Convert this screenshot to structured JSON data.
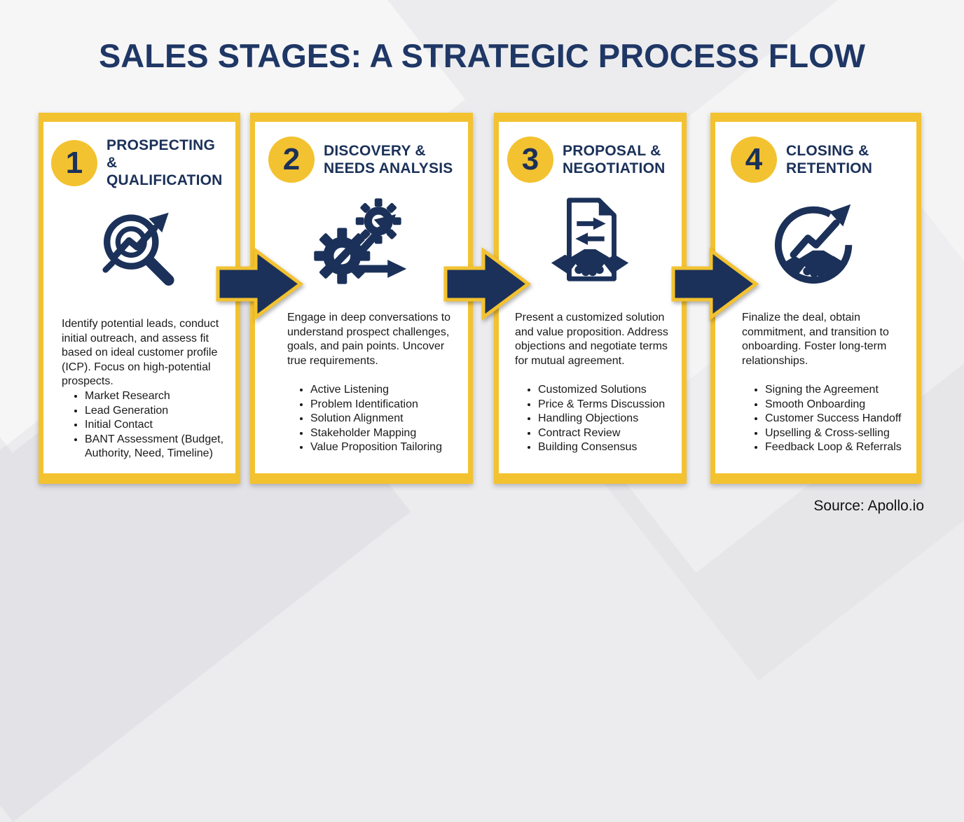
{
  "title": "SALES STAGES: A STRATEGIC PROCESS FLOW",
  "source": "Source: Apollo.io",
  "colors": {
    "yellow": "#F3C230",
    "navy": "#1B3159",
    "title_navy": "#1F3765",
    "body_text": "#1A1A1A",
    "background": "#ECECEE",
    "card_background": "#FFFFFF"
  },
  "stages": [
    {
      "number": "1",
      "title": "PROSPECTING &\nQUALIFICATION",
      "icon": "target-magnifier-growth-icon",
      "description": "Identify potential leads, conduct initial outreach, and assess fit based on ideal customer profile (ICP). Focus on high-potential prospects.",
      "bullets": [
        "Market Research",
        "Lead Generation",
        "Initial Contact",
        "BANT Assessment (Budget, Authority, Need, Timeline)"
      ]
    },
    {
      "number": "2",
      "title": "DISCOVERY &\nNEEDS ANALYSIS",
      "icon": "gears-direction-arrows-icon",
      "description": "Engage in deep conversations to understand prospect challenges, goals, and pain points. Uncover true requirements.",
      "bullets": [
        "Active Listening",
        "Problem Identification",
        "Solution Alignment",
        "Stakeholder Mapping",
        "Value Proposition Tailoring"
      ]
    },
    {
      "number": "3",
      "title": "PROPOSAL &\nNEGOTIATION",
      "icon": "contract-handshake-icon",
      "description": "Present a customized solution and value proposition. Address objections and negotiate terms for mutual agreement.",
      "bullets": [
        "Customized Solutions",
        "Price & Terms Discussion",
        "Handling Objections",
        "Contract Review",
        "Building Consensus"
      ]
    },
    {
      "number": "4",
      "title": "CLOSING &\nRETENTION",
      "icon": "handshake-growth-circle-icon",
      "description": "Finalize the deal, obtain commitment, and transition to onboarding. Foster long-term relationships.",
      "bullets": [
        "Signing the Agreement",
        "Smooth Onboarding",
        "Customer Success Handoff",
        "Upselling & Cross-selling",
        "Feedback Loop & Referrals"
      ]
    }
  ]
}
